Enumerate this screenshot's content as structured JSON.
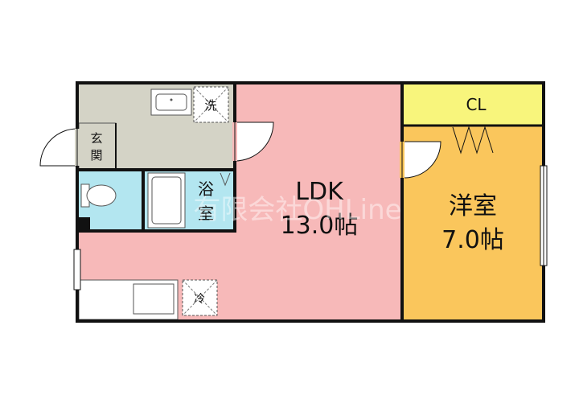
{
  "floorplan": {
    "rooms": {
      "ldk": {
        "name": "LDK",
        "size": "13.0帖",
        "color": "#f7b9b9"
      },
      "western": {
        "name": "洋室",
        "size": "7.0帖",
        "color": "#fac65c"
      },
      "closet": {
        "name": "CL",
        "color": "#f8f57c"
      },
      "service": {
        "color": "#d4d3c6"
      },
      "toilet": {
        "color": "#b3e6f0"
      },
      "bath": {
        "name_top": "浴",
        "name_bottom": "室",
        "color": "#b3e6f0"
      }
    },
    "labels": {
      "entrance_top": "玄",
      "entrance_bottom": "関",
      "washer": "洗",
      "fridge": "冷"
    },
    "watermark": "有限会社OHLine",
    "colors": {
      "wall": "#111111",
      "fixture_line": "#555555"
    }
  }
}
